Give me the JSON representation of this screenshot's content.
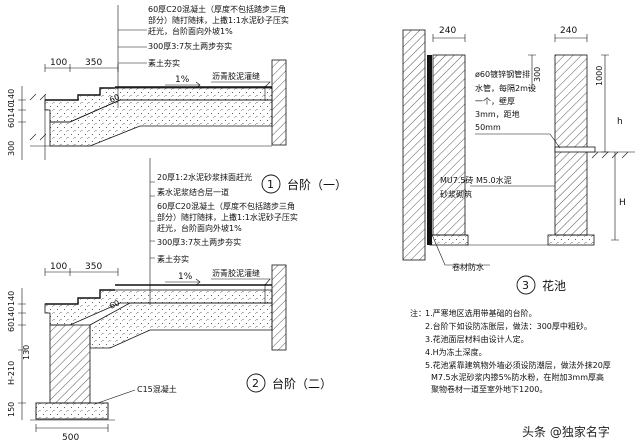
{
  "step1": {
    "num": "1",
    "title": "台阶（一）",
    "notes": [
      "60厚C20混凝土（厚度不包括踏步三角",
      "部分）随打随抹，上撒1:1水泥砂子压实",
      "赶光，台阶面向外坡1%",
      "300厚3:7灰土两步夯实",
      "素土夯实"
    ],
    "seal_note": "沥青胶泥灌缝",
    "dims": {
      "d100": "100",
      "d350": "350",
      "slope": "1%",
      "v140": "60140",
      "v300": "300"
    }
  },
  "step2": {
    "num": "2",
    "title": "台阶（二）",
    "notes": [
      "20厚1:2水泥砂浆抹面赶光",
      "素水泥浆结合层一道",
      "60厚C20混凝土（厚度不包括踏步三角",
      "部分）随打随抹，上撒1:1水泥砂子压实",
      "赶光，台阶面向外坡1%",
      "300厚3:7灰土两步夯实",
      "素土夯实"
    ],
    "seal_note": "沥青胶泥灌缝",
    "foundation": "C15混凝土",
    "dims": {
      "d100": "100",
      "d350": "350",
      "slope": "1%",
      "v140": "60140",
      "vH": "H-210",
      "v130": "130",
      "v150": "150",
      "w500": "500"
    }
  },
  "pool": {
    "num": "3",
    "title": "花池",
    "pipe_note": [
      "ø60镀锌钢管排",
      "水管，每隔2m设",
      "一个，壁厚",
      "3mm，距地",
      "50mm"
    ],
    "masonry_note": [
      "MU7.5砖 M5.0水泥",
      "砂浆砌筑"
    ],
    "membrane": "卷材防水",
    "dims": {
      "w240a": "240",
      "w240b": "240",
      "v300": "300",
      "v1000": "1000",
      "vh": "h",
      "vH": "H"
    }
  },
  "notes": {
    "title": "注：",
    "items": [
      "1.严寒地区选用带基础的台阶。",
      "2.台阶下如设防冻胀层，做法：300厚中粗砂。",
      "3.花池面层材料由设计人定。",
      "4.H为冻土深度。",
      "5.花池紧靠建筑物外墙必须设防潮层，做法外抹20厚",
      "M7.5水泥砂浆内掺5%防水粉，在附加3mm厚高",
      "聚物卷材一道至室外地下1200。"
    ]
  },
  "watermark": "头条 @独家名字"
}
